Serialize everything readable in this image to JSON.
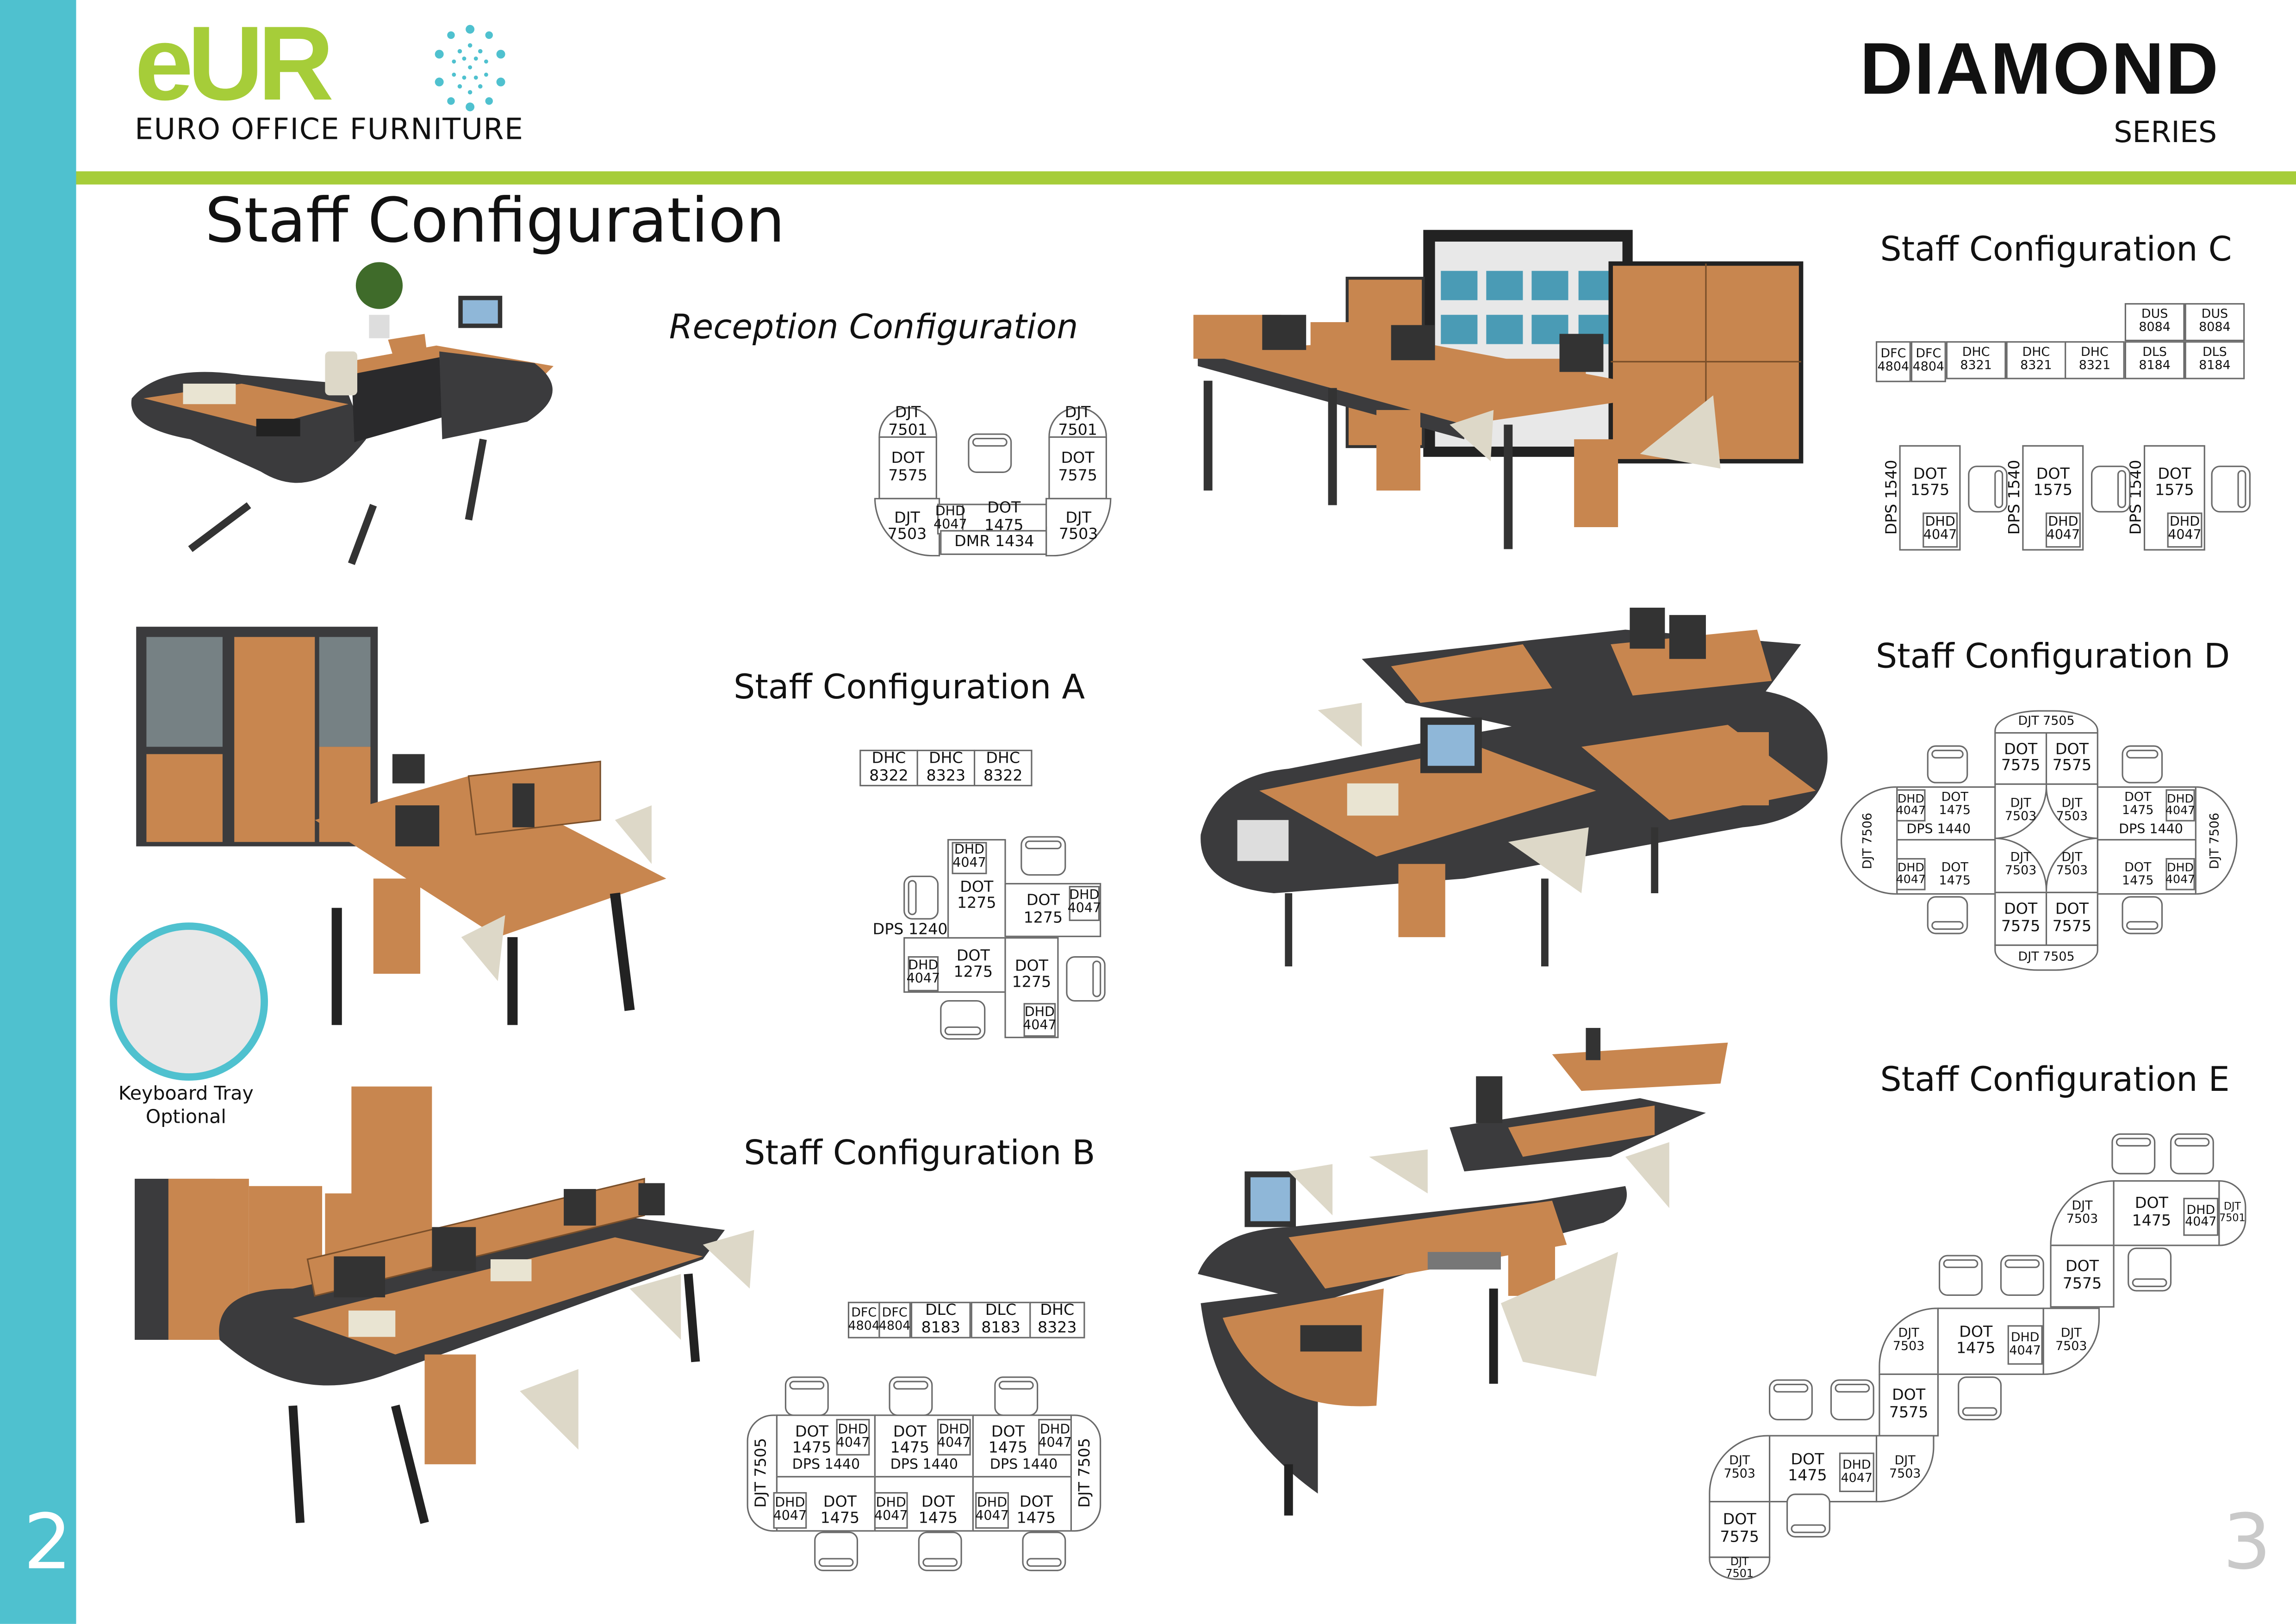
{
  "header": {
    "logo_text": "eUR",
    "company": "EURO OFFICE FURNITURE",
    "series_name": "DIAMOND",
    "series_sub": "SERIES"
  },
  "page_title": "Staff Configuration",
  "sections": {
    "reception": "Reception Configuration",
    "a": "Staff Configuration A",
    "b": "Staff Configuration B",
    "c": "Staff Configuration C",
    "d": "Staff Configuration D",
    "e": "Staff Configuration E"
  },
  "keyboard_tray": {
    "line1": "Keyboard Tray",
    "line2": "Optional"
  },
  "page_numbers": {
    "left": "2",
    "right": "3"
  },
  "colors": {
    "teal": "#4fc1cf",
    "green": "#a6cd39",
    "beech": "#c8864f",
    "graphite": "#3b3b3d"
  },
  "plans": {
    "reception": {
      "left": [
        "DJT\n7501",
        "DOT\n7575",
        "DJT\n7503"
      ],
      "right": [
        "DJT\n7501",
        "DOT\n7575",
        "DJT\n7503"
      ],
      "pedestal": "DHD\n4047",
      "desk": "DOT\n1475",
      "modesty": "DMR 1434"
    },
    "a": {
      "storage": [
        "DHC\n8322",
        "DHC\n8323",
        "DHC\n8322"
      ],
      "desks": [
        "DOT\n1275",
        "DOT\n1275",
        "DOT\n1275",
        "DOT\n1275"
      ],
      "pedestals": [
        "DHD\n4047",
        "DHD\n4047",
        "DHD\n4047",
        "DHD\n4047"
      ],
      "screen": "DPS 1240"
    },
    "b": {
      "storage": [
        "DFC\n4804",
        "DFC\n4804",
        "DLC\n8183",
        "DLC\n8183",
        "DHC\n8323"
      ],
      "end_tops": [
        "DJT 7505",
        "DJT 7505"
      ],
      "desks": [
        "DOT\n1475",
        "DOT\n1475",
        "DOT\n1475",
        "DOT\n1475",
        "DOT\n1475",
        "DOT\n1475"
      ],
      "pedestals": [
        "DHD\n4047",
        "DHD\n4047",
        "DHD\n4047",
        "DHD\n4047",
        "DHD\n4047",
        "DHD\n4047"
      ],
      "screens": [
        "DPS 1440",
        "DPS 1440",
        "DPS 1440"
      ]
    },
    "c": {
      "upper": [
        "DUS\n8084",
        "DUS\n8084"
      ],
      "lower": [
        "DFC\n4804",
        "DFC\n4804",
        "DHC\n8321",
        "DHC\n8321",
        "DHC\n8321",
        "DLS\n8184",
        "DLS\n8184"
      ],
      "desks": [
        "DOT\n1575",
        "DOT\n1575",
        "DOT\n1575"
      ],
      "pedestals": [
        "DHD\n4047",
        "DHD\n4047",
        "DHD\n4047"
      ],
      "screens": [
        "DPS 1540",
        "DPS 1540",
        "DPS 1540"
      ]
    },
    "d": {
      "end_caps": [
        "DJT 7505",
        "DJT 7505"
      ],
      "side_caps": [
        "DJT 7506",
        "DJT 7506"
      ],
      "top_desks": [
        "DOT\n7575",
        "DOT\n7575"
      ],
      "bottom_desks": [
        "DOT\n7575",
        "DOT\n7575"
      ],
      "corners": [
        "DJT\n7503",
        "DJT\n7503",
        "DJT\n7503",
        "DJT\n7503"
      ],
      "wing_desks": [
        "DOT\n1475",
        "DOT\n1475",
        "DOT\n1475",
        "DOT\n1475"
      ],
      "pedestals": [
        "DHD\n4047",
        "DHD\n4047",
        "DHD\n4047",
        "DHD\n4047"
      ],
      "screens": [
        "DPS 1440",
        "DPS 1440"
      ]
    },
    "e": {
      "row1": [
        "DJT\n7503",
        "DOT\n1475",
        "DHD\n4047",
        "DJT\n7501"
      ],
      "link1": "DOT\n7575",
      "row2": [
        "DJT\n7503",
        "DOT\n1475",
        "DHD\n4047",
        "DJT\n7503"
      ],
      "link2": "DOT\n7575",
      "row3": [
        "DJT\n7503",
        "DOT\n1475",
        "DHD\n4047",
        "DJT\n7503"
      ],
      "link3": "DOT\n7575",
      "end": "DJT\n7501"
    }
  }
}
